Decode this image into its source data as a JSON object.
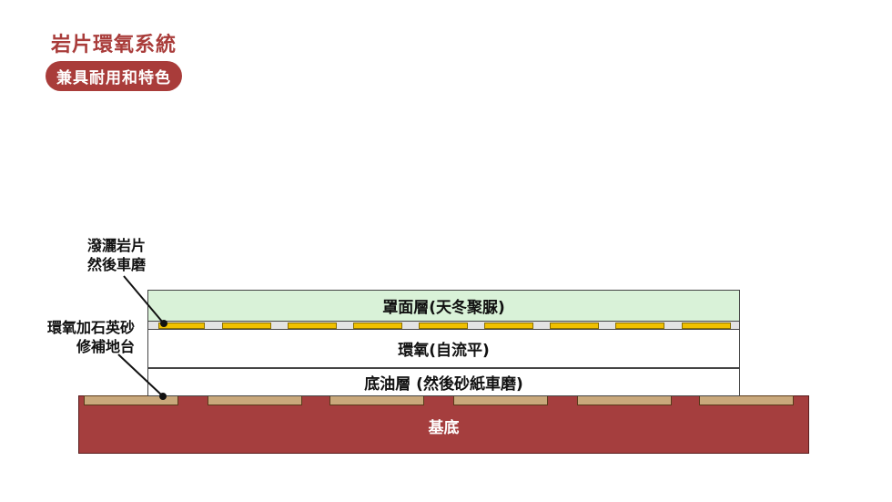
{
  "header": {
    "title": "岩片環氧系統",
    "subtitle": "兼具耐用和特色"
  },
  "callouts": {
    "flake": {
      "line1": "潑灑岩片",
      "line2": "然後車磨"
    },
    "repair": {
      "line1": "環氧加石英砂",
      "line2": "修補地台"
    }
  },
  "layers": {
    "topcoat": "罩面層(天冬聚脲)",
    "epoxy": "環氧(自流平)",
    "primer": "底油層 (然後砂紙車磨)",
    "substrate": "基底"
  },
  "colors": {
    "brand": "#a93c3a",
    "topcoat": "#d9f2d8",
    "flake": "#f0c000",
    "substrate": "#a53e3e",
    "repair_patch": "#c9a87b"
  }
}
